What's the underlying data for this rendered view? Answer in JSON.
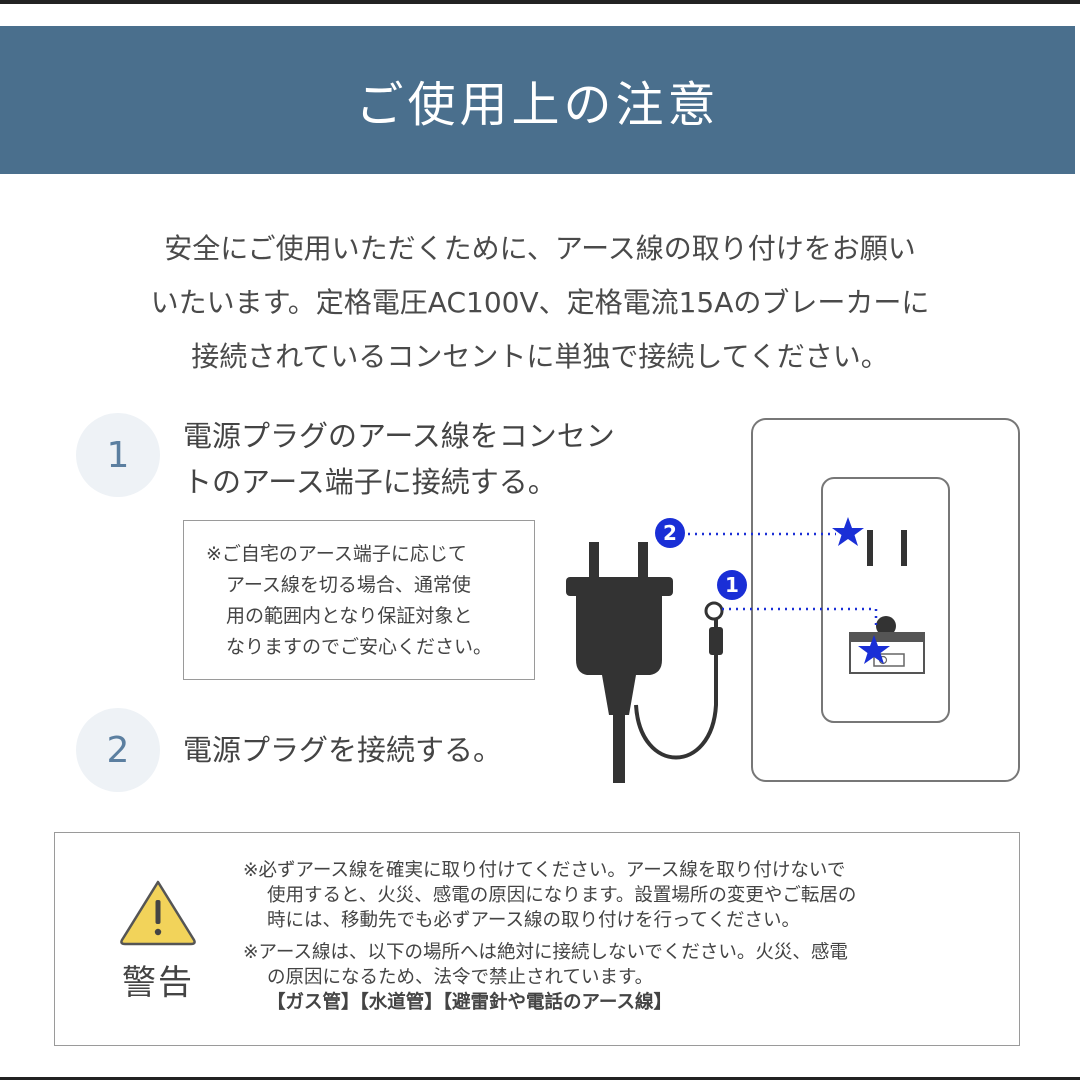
{
  "header": {
    "title": "ご使用上の注意"
  },
  "intro": {
    "lines": [
      "安全にご使用いただくために、アース線の取り付けをお願い",
      "いたいます。定格電圧AC100V、定格電流15Aのブレーカーに",
      "接続されているコンセントに単独で接続してください。"
    ]
  },
  "steps": [
    {
      "number": "1",
      "lines": [
        "電源プラグのアース線をコンセン",
        "トのアース端子に接続する。"
      ]
    },
    {
      "number": "2",
      "lines": [
        "電源プラグを接続する。"
      ]
    }
  ],
  "note": {
    "lines": [
      "※ご自宅のアース端子に応じて",
      "アース線を切る場合、通常使",
      "用の範囲内となり保証対象と",
      "なりますのでご安心ください。"
    ]
  },
  "diagram": {
    "marker_1": "1",
    "marker_2": "2",
    "icons": [
      "plug-icon",
      "outlet-icon",
      "star-icon"
    ],
    "accent_color": "#1a2fd6"
  },
  "warning": {
    "label": "警告",
    "icon": "warning-icon",
    "icon_color": "#f2d35a",
    "paragraphs": [
      [
        "※必ずアース線を確実に取り付けてください。アース線を取り付けないで",
        "使用すると、火災、感電の原因になります。設置場所の変更やご転居の",
        "時には、移動先でも必ずアース線の取り付けを行ってください。"
      ],
      [
        "※アース線は、以下の場所へは絶対に接続しないでください。火災、感電",
        "の原因になるため、法令で禁止されています。",
        "【ガス管】【水道管】【避雷針や電話のアース線】"
      ]
    ]
  }
}
